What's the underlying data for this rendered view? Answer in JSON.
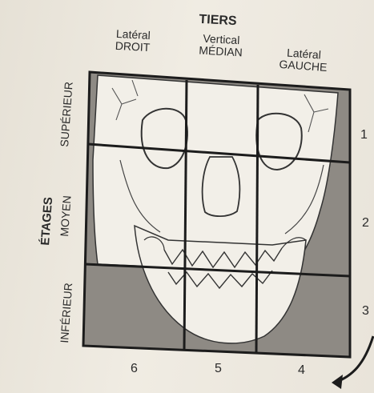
{
  "header": {
    "title": "TIERS"
  },
  "columns": [
    {
      "line1": "Latéral",
      "line2": "DROIT"
    },
    {
      "line1": "Vertical",
      "line2": "MÉDIAN"
    },
    {
      "line1": "Latéral",
      "line2": "GAUCHE"
    }
  ],
  "side": {
    "title": "ÉTAGES",
    "rows": [
      "SUPÉRIEUR",
      "MOYEN",
      "INFÉRIEUR"
    ]
  },
  "right_numbers": [
    "1",
    "2",
    "3"
  ],
  "bottom_numbers": [
    "6",
    "5",
    "4"
  ],
  "colors": {
    "grid_line": "#1c1c1c",
    "shade": "#8e8a84",
    "bone": "#f2efe8"
  }
}
